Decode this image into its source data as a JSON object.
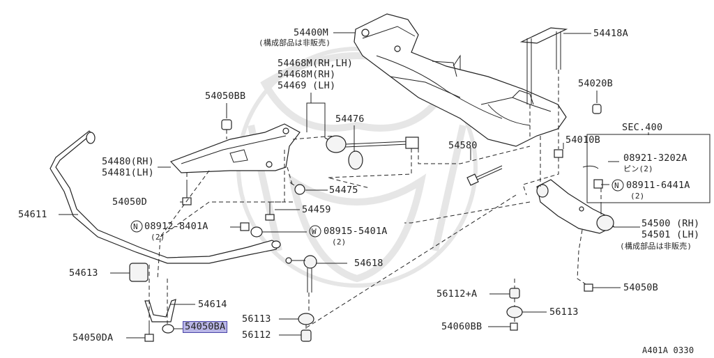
{
  "labels": {
    "l54400m": "54400M",
    "l54400m_note": "(構成部品は非販売)",
    "l54418a": "54418A",
    "l54468m_rhlh": "54468M(RH,LH)",
    "l54468m_rh": "54468M(RH)",
    "l54469_lh": "54469 (LH)",
    "l54050bb": "54050BB",
    "l54476": "54476",
    "l54020b": "54020B",
    "l54580": "54580",
    "l54010b": "54010B",
    "lsec400": "SEC.400",
    "l08921": "08921-3202A",
    "l08921_sub": "ピン(2)",
    "l08911": "08911-6441A",
    "l08911_sub": "(2)",
    "l54480": "54480(RH)",
    "l54481": "54481(LH)",
    "l54475": "54475",
    "l54050d": "54050D",
    "l54459": "54459",
    "l54611": "54611",
    "l08912": "08912-8401A",
    "l08912_sub": "(2)",
    "l08915": "08915-5401A",
    "l08915_sub": "(2)",
    "l54500": "54500 (RH)",
    "l54501": "54501 (LH)",
    "l54500_note": "(構成部品は非販売)",
    "l54613": "54613",
    "l54618": "54618",
    "l54614": "54614",
    "l56112a": "56112+A",
    "l54050b": "54050B",
    "l56113a": "56113",
    "l56113b": "56113",
    "l54050ba": "54050BA",
    "l54060bb": "54060BB",
    "l54050da": "54050DA",
    "l56112": "56112",
    "l_code": "A401A 0330",
    "n_circle": "N",
    "w_circle": "W"
  },
  "colors": {
    "line": "#222222",
    "highlight_fill": "#b9b6e6",
    "highlight_border": "#4a45a8",
    "watermark": "#e6e6e6"
  }
}
